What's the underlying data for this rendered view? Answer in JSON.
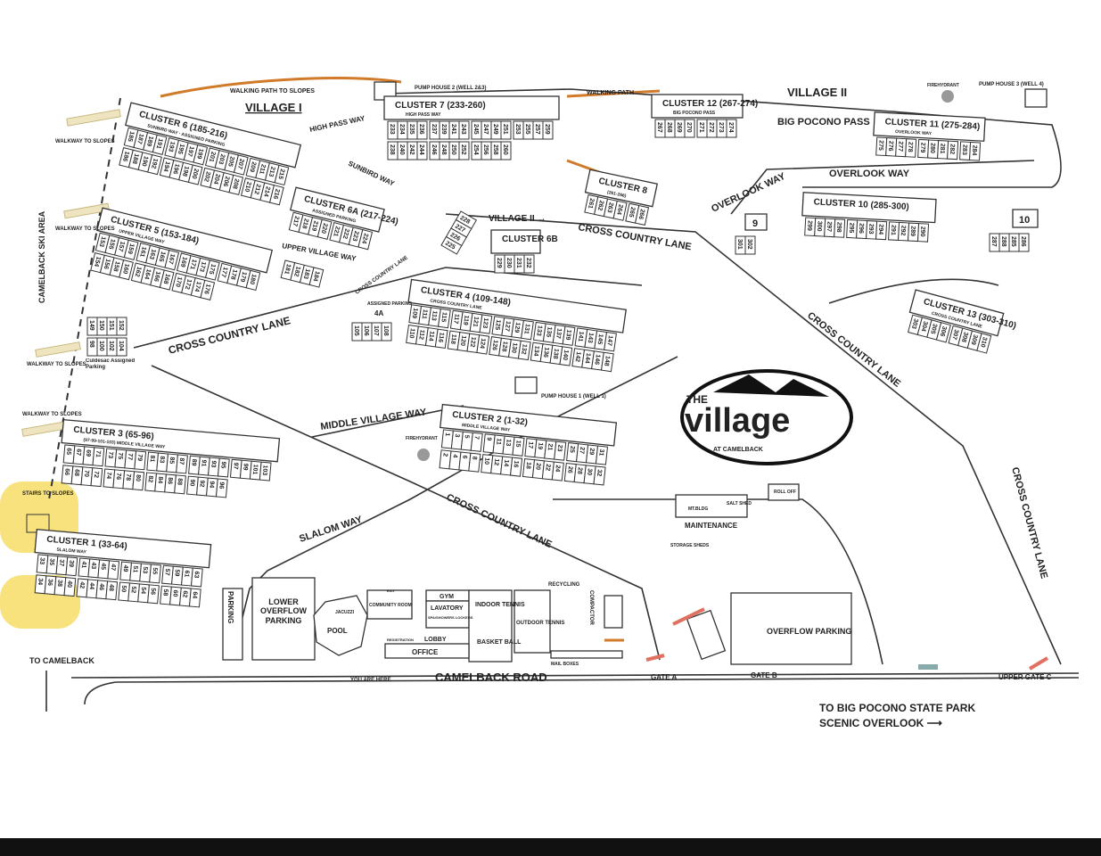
{
  "labels": {
    "village1": "VILLAGE I",
    "village2": "VILLAGE II",
    "village2_arrow": "VILLAGE II →",
    "walking_path_slopes": "WALKING PATH TO SLOPES",
    "walking_path": "WALKING PATH",
    "pump_house_2": "PUMP HOUSE 2 (WELL 2&3)",
    "pump_house_3": "PUMP HOUSE 3 (WELL 4)",
    "pump_house_1": "PUMP HOUSE 1 (WELL 1)",
    "fire_hydrant": "FIREHYDRANT",
    "walkway": "WALKWAY TO SLOPES",
    "ski_area": "CAMELBACK SKI AREA",
    "stairs": "STAIRS TO SLOPES",
    "high_pass_way": "HIGH PASS WAY",
    "sunbird_way": "SUNBIRD WAY",
    "upper_village_way": "UPPER VILLAGE WAY",
    "cross_country_lane": "CROSS COUNTRY LANE",
    "middle_village_way": "MIDDLE VILLAGE WAY",
    "slalom_way": "SLALOM WAY",
    "big_pocono_pass": "BIG POCONO PASS",
    "overlook_way": "OVERLOOK WAY",
    "camelback_road": "CAMELBACK ROAD",
    "to_camelback": "TO CAMELBACK",
    "to_big_pocono": "TO BIG POCONO STATE PARK",
    "scenic_overlook": "SCENIC OVERLOOK ⟶",
    "assigned_parking": "ASSIGNED PARKING",
    "culdesac": "Culdesac Assigned Parking",
    "label_4a": "4A",
    "parking": "PARKING",
    "lower_overflow": "LOWER OVERFLOW PARKING",
    "pool": "POOL",
    "jacuzzi": "JACUZZI",
    "community_room": "COMMUNITY ROOM",
    "gym": "GYM",
    "lavatory": "LAVATORY",
    "spa": "SPA/SHOWERS LOCKERS",
    "indoor_tennis": "INDOOR TENNIS",
    "basketball": "BASKET BALL",
    "lobby": "LOBBY",
    "office": "OFFICE",
    "registration": "REGISTRATION",
    "you_are_here": "YOU ARE HERE",
    "exit": "EXIT",
    "outdoor_tennis": "OUTDOOR TENNIS",
    "recycling": "RECYCLING",
    "compactor": "COMPACTOR",
    "mail_boxes": "MAIL BOXES",
    "gate_a": "GATE A",
    "gate_b": "GATE B",
    "upper_gate_c": "UPPER GATE C",
    "overflow_parking": "OVERFLOW PARKING",
    "maintenance": "MAINTENANCE",
    "mt_bldg": "MT.BLDG",
    "salt_shed": "SALT SHED",
    "storage_sheds": "STORAGE SHEDS",
    "roll_off": "ROLL OFF",
    "brand_the": "THE",
    "brand_village": "village",
    "brand_at": "AT CAMELBACK",
    "box9": "9",
    "box10": "10"
  },
  "clusters": [
    {
      "title": "CLUSTER 6 (185-216)",
      "sub": "SUNBIRD WAY · ASSIGNED PARKING",
      "rows": [
        [
          185,
          187,
          189,
          191,
          193,
          195,
          197,
          199,
          201,
          203,
          205,
          207,
          209,
          211,
          213,
          215
        ],
        [
          186,
          188,
          190,
          192,
          194,
          196,
          198,
          200,
          202,
          204,
          206,
          208,
          210,
          212,
          214,
          216
        ]
      ]
    },
    {
      "title": "CLUSTER 6A (217-224)",
      "sub": "ASSIGNED PARKING",
      "rows": [
        [
          217,
          218,
          219,
          220,
          221,
          222,
          223,
          224
        ]
      ]
    },
    {
      "title": "CLUSTER 7 (233-260)",
      "sub": "HIGH PASS WAY",
      "rows": [
        [
          233,
          234,
          235,
          236,
          237,
          239,
          241,
          243,
          245,
          247,
          249,
          251,
          253,
          255,
          257,
          259
        ],
        [
          238,
          240,
          242,
          244,
          246,
          248,
          250,
          252,
          254,
          256,
          258,
          260
        ]
      ]
    },
    {
      "title": "CLUSTER 5 (153-184)",
      "sub": "UPPER VILLAGE WAY",
      "rows": [
        [
          153,
          155,
          157,
          159,
          161,
          163,
          165,
          167,
          169,
          171,
          173,
          175,
          177,
          178,
          179,
          180
        ],
        [
          154,
          156,
          158,
          160,
          162,
          164,
          166,
          168,
          170,
          172,
          174,
          176
        ]
      ]
    },
    {
      "title": "",
      "sub": "",
      "rows": [
        [
          181,
          182,
          183,
          184
        ]
      ]
    },
    {
      "title": "CLUSTER 6B",
      "sub": "",
      "rows": [
        [
          229,
          230,
          231,
          232
        ]
      ]
    },
    {
      "title": "",
      "sub": "",
      "rows": [
        [
          225,
          226,
          227,
          228
        ]
      ]
    },
    {
      "title": "CLUSTER 4 (109-148)",
      "sub": "CROSS COUNTRY LANE",
      "rows": [
        [
          109,
          111,
          113,
          115,
          117,
          119,
          121,
          123,
          125,
          127,
          129,
          131,
          133,
          135,
          137,
          139,
          141,
          143,
          145,
          147
        ],
        [
          110,
          112,
          114,
          116,
          118,
          120,
          122,
          124,
          126,
          128,
          130,
          132,
          134,
          136,
          138,
          140,
          142,
          144,
          146,
          148
        ]
      ]
    },
    {
      "title": "",
      "sub": "",
      "rows": [
        [
          105,
          106,
          107,
          108
        ]
      ]
    },
    {
      "title": "",
      "sub": "",
      "rows": [
        [
          149,
          150,
          151,
          152
        ],
        [
          98,
          100,
          102,
          104
        ]
      ]
    },
    {
      "title": "CLUSTER 3 (65-96)",
      "sub": "(97-99-101-103) MIDDLE VILLAGE WAY",
      "rows": [
        [
          65,
          67,
          69,
          71,
          73,
          75,
          77,
          79,
          81,
          83,
          85,
          87,
          89,
          91,
          93,
          95,
          97,
          99,
          101,
          103
        ],
        [
          66,
          68,
          70,
          72,
          74,
          76,
          78,
          80,
          82,
          84,
          86,
          88,
          90,
          92,
          94,
          96
        ]
      ]
    },
    {
      "title": "CLUSTER 2 (1-32)",
      "sub": "MIDDLE VILLAGE WAY",
      "rows": [
        [
          1,
          3,
          5,
          7,
          9,
          11,
          13,
          15,
          17,
          19,
          21,
          23,
          25,
          27,
          29,
          31
        ],
        [
          2,
          4,
          6,
          8,
          10,
          12,
          14,
          16,
          18,
          20,
          22,
          24,
          26,
          28,
          30,
          32
        ]
      ]
    },
    {
      "title": "CLUSTER 1 (33-64)",
      "sub": "SLALOM WAY",
      "rows": [
        [
          33,
          35,
          37,
          39,
          41,
          43,
          45,
          47,
          49,
          51,
          53,
          55,
          57,
          59,
          61,
          63
        ],
        [
          34,
          36,
          38,
          40,
          42,
          44,
          46,
          48,
          50,
          52,
          54,
          56,
          58,
          60,
          62,
          64
        ]
      ]
    },
    {
      "title": "CLUSTER 8",
      "sub": "(261-266)",
      "rows": [
        [
          261,
          262,
          263,
          264,
          265,
          266
        ]
      ]
    },
    {
      "title": "CLUSTER 12 (267-274)",
      "sub": "BIG POCONO PASS",
      "rows": [
        [
          267,
          268,
          269,
          270,
          271,
          272,
          273,
          274
        ]
      ]
    },
    {
      "title": "CLUSTER 11 (275-284)",
      "sub": "OVERLOOK WAY",
      "rows": [
        [
          275,
          276,
          277,
          278,
          279,
          280,
          281,
          282,
          283,
          284
        ]
      ]
    },
    {
      "title": "CLUSTER 10 (285-300)",
      "sub": "",
      "rows": [
        [
          299,
          300,
          297,
          298,
          295,
          296,
          293,
          294,
          291,
          292,
          289,
          290
        ]
      ]
    },
    {
      "title": "",
      "sub": "",
      "rows": [
        [
          301,
          302
        ]
      ]
    },
    {
      "title": "",
      "sub": "",
      "rows": [
        [
          287,
          288,
          285,
          286
        ]
      ]
    },
    {
      "title": "CLUSTER 13 (303-310)",
      "sub": "CROSS COUNTRY LANE",
      "rows": [
        [
          303,
          304,
          305,
          306,
          307,
          308,
          309,
          310
        ]
      ]
    }
  ],
  "colors": {
    "path": "#d07a2a",
    "highlight": "#f5d547",
    "gate": "#e07060",
    "line": "#333333"
  }
}
